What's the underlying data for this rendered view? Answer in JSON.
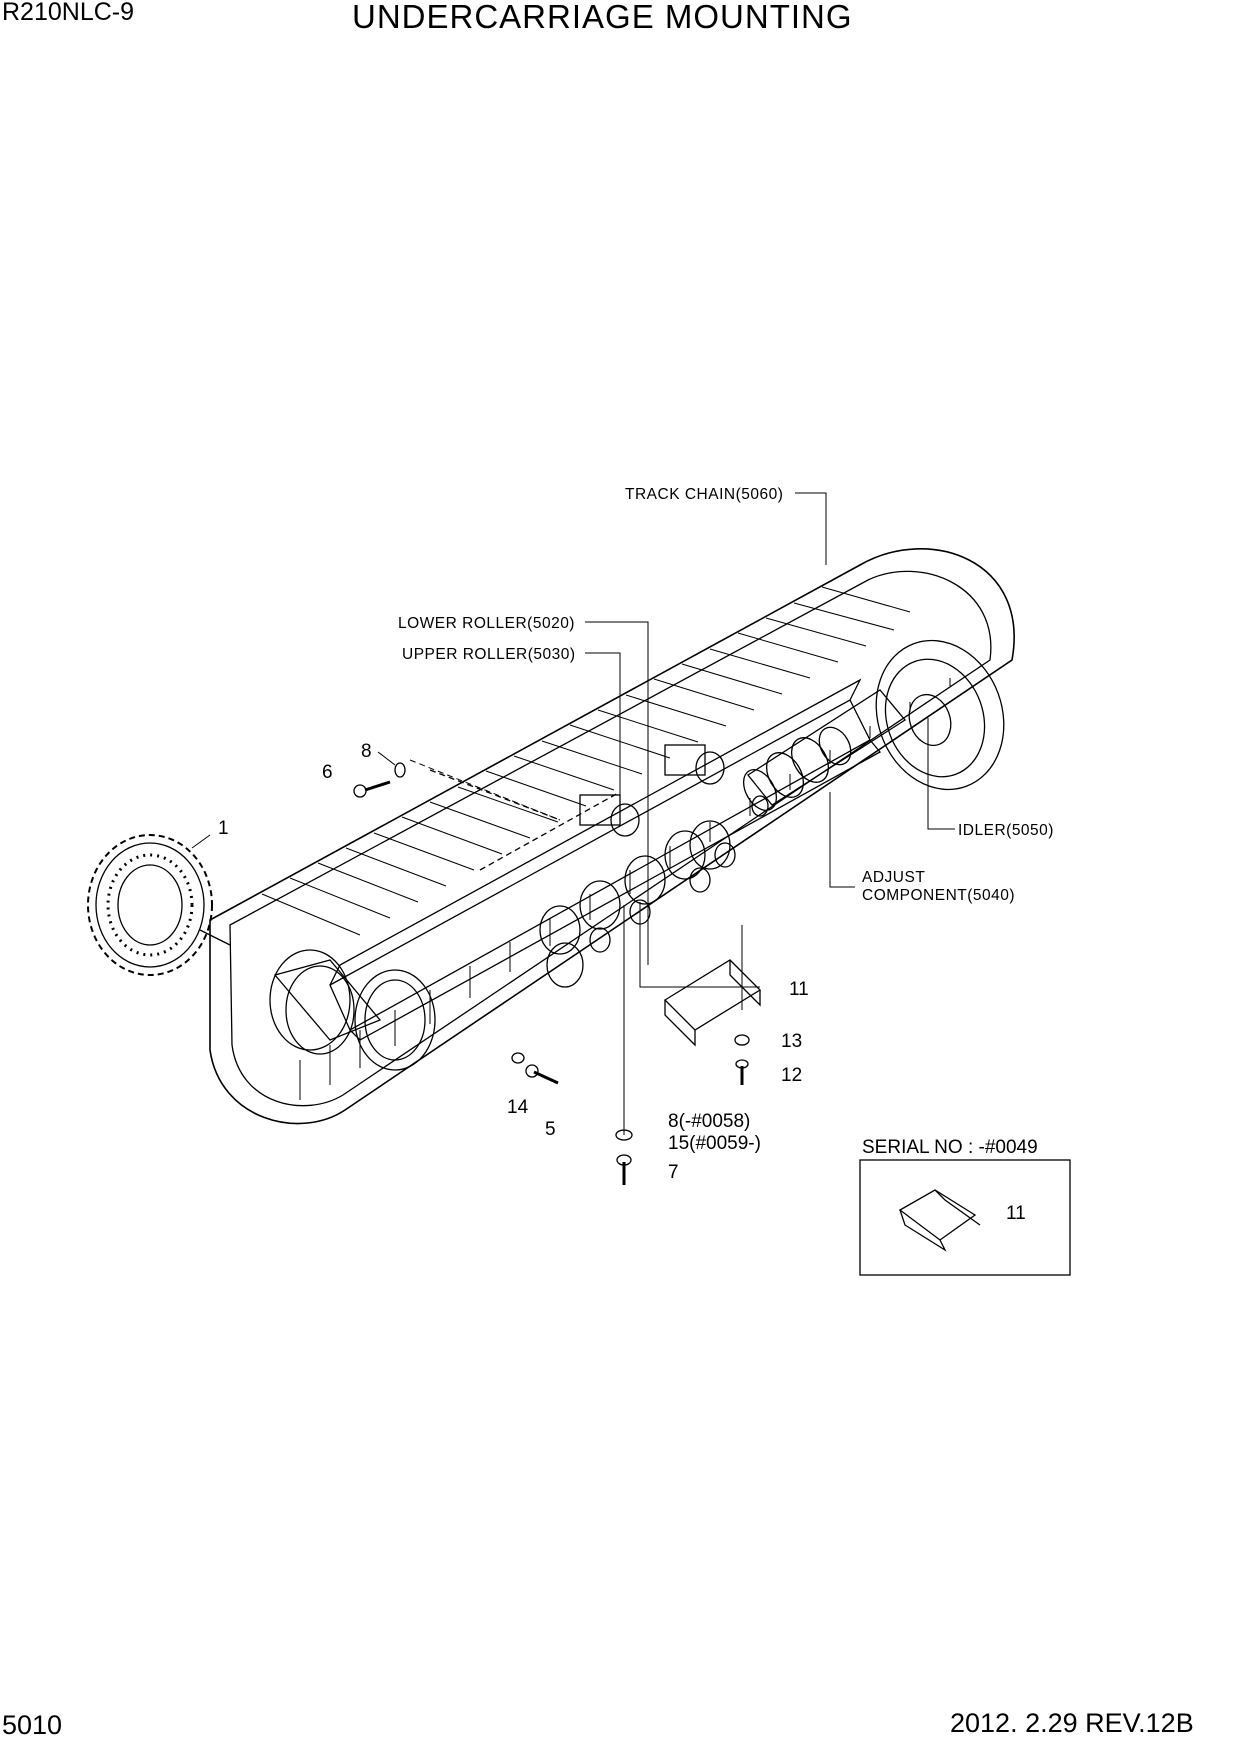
{
  "header": {
    "model": "R210NLC-9",
    "title": "UNDERCARRIAGE MOUNTING"
  },
  "footer": {
    "page_number": "5010",
    "revision": "2012. 2.29  REV.12B"
  },
  "references": {
    "track_chain": "TRACK CHAIN(5060)",
    "lower_roller": "LOWER ROLLER(5020)",
    "upper_roller": "UPPER ROLLER(5030)",
    "idler": "IDLER(5050)",
    "adjust_component_line1": "ADJUST",
    "adjust_component_line2": "COMPONENT(5040)"
  },
  "callouts": {
    "c1": "1",
    "c5": "5",
    "c6": "6",
    "c7": "7",
    "c8": "8",
    "c11": "11",
    "c12": "12",
    "c13": "13",
    "c14": "14",
    "c8_serial": "8(-#0058)",
    "c15_serial": "15(#0059-)",
    "inset_c11": "11"
  },
  "inset": {
    "title": "SERIAL NO : -#0049"
  }
}
